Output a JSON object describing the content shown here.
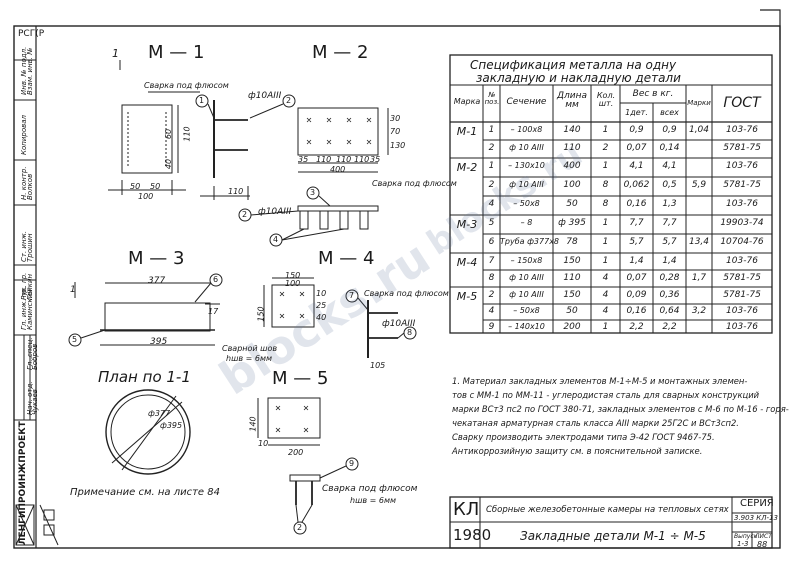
{
  "sheet_corner_mark": "РСГ(Р",
  "left_strip": {
    "org": "ЛЕНГИПРОИНЖПРОЕКТ",
    "labels": [
      "Нач. отд.",
      "Гл. спец.",
      "Гл. инж. пр.",
      "Рук. гр.",
      "Ст. инж.",
      "Н. контр."
    ],
    "names": [
      "Чукаев",
      "Бобров",
      "Каминский",
      "Гейкин",
      "Трошин",
      "Волков"
    ],
    "copied": "Копировал",
    "inv": "Инв. № подл.",
    "replaced": "Взам. инв. №"
  },
  "views": {
    "m1": "М — 1",
    "m2": "М — 2",
    "m3": "М — 3",
    "m4": "М — 4",
    "m5": "М — 5",
    "plan": "План по 1-1",
    "section_mark": "1",
    "section_mark_small": "1"
  },
  "annotations": {
    "weld_flux_top": "Сварка под флюсом",
    "rod_10_a3": "ф10АIII",
    "weld_flux_m2": "Сварка под флюсом",
    "rod_m2": "ф10АIII",
    "weld_flux_m4": "Сварка под флюсом",
    "rod_m4": "ф10АIII",
    "ring_weld": "Сварной шов",
    "ring_weld_size": "hшв = 6мм",
    "weld_flux_m5": "Сварка под флюсом",
    "weld_m5_size": "hшв = 6мм",
    "note": "Примечание см. на листе 84"
  },
  "dimensions": {
    "m1": [
      "60",
      "110",
      "40",
      "50",
      "50",
      "100",
      "110"
    ],
    "m2": [
      "35",
      "110",
      "110",
      "110",
      "35",
      "400",
      "30",
      "70",
      "130"
    ],
    "m3": [
      "377",
      "395",
      "17"
    ],
    "m4": [
      "150",
      "100",
      "10",
      "25",
      "40",
      "105",
      "150"
    ],
    "m5": [
      "140",
      "10",
      "200"
    ],
    "plan": [
      "ф377",
      "ф395"
    ]
  },
  "callouts": [
    "1",
    "2",
    "3",
    "4",
    "5",
    "6",
    "7",
    "8",
    "9",
    "2",
    "2",
    "4",
    "1",
    "4",
    "2"
  ],
  "table": {
    "title_line1": "Спецификация металла на одну",
    "title_line2": "закладную и накладную детали",
    "headers": {
      "mark": "Марка",
      "pos": "№ поз.",
      "section": "Сечение",
      "length": "Длина мм",
      "qty": "Кол. шт.",
      "weight": "Вес в кг.",
      "w1": "1дет.",
      "wall": "всех",
      "wmark": "Марки",
      "gost": "ГОСТ"
    },
    "rows": [
      {
        "mark": "М-1",
        "pos": "1",
        "section": "– 100х8",
        "len": "140",
        "qty": "1",
        "w1": "0,9",
        "wall": "0,9",
        "wmark": "1,04",
        "gost": "103-76"
      },
      {
        "mark": "",
        "pos": "2",
        "section": "ф 10 АIII",
        "len": "110",
        "qty": "2",
        "w1": "0,07",
        "wall": "0,14",
        "wmark": "",
        "gost": "5781-75"
      },
      {
        "mark": "М-2",
        "pos": "1",
        "section": "– 130х10",
        "len": "400",
        "qty": "1",
        "w1": "4,1",
        "wall": "4,1",
        "wmark": "",
        "gost": "103-76"
      },
      {
        "mark": "",
        "pos": "2",
        "section": "ф 10 АIII",
        "len": "100",
        "qty": "8",
        "w1": "0,062",
        "wall": "0,5",
        "wmark": "5,9",
        "gost": "5781-75"
      },
      {
        "mark": "",
        "pos": "4",
        "section": "– 50х8",
        "len": "50",
        "qty": "8",
        "w1": "0,16",
        "wall": "1,3",
        "wmark": "",
        "gost": "103-76"
      },
      {
        "mark": "М-3",
        "pos": "5",
        "section": "– 8",
        "len": "ф 395",
        "qty": "1",
        "w1": "7,7",
        "wall": "7,7",
        "wmark": "",
        "gost": "19903-74"
      },
      {
        "mark": "",
        "pos": "6",
        "section": "Труба ф377х8",
        "len": "78",
        "qty": "1",
        "w1": "5,7",
        "wall": "5,7",
        "wmark": "13,4",
        "gost": "10704-76"
      },
      {
        "mark": "М-4",
        "pos": "7",
        "section": "– 150х8",
        "len": "150",
        "qty": "1",
        "w1": "1,4",
        "wall": "1,4",
        "wmark": "",
        "gost": "103-76"
      },
      {
        "mark": "",
        "pos": "8",
        "section": "ф 10 АIII",
        "len": "110",
        "qty": "4",
        "w1": "0,07",
        "wall": "0,28",
        "wmark": "1,7",
        "gost": "5781-75"
      },
      {
        "mark": "М-5",
        "pos": "2",
        "section": "ф 10 АIII",
        "len": "150",
        "qty": "4",
        "w1": "0,09",
        "wall": "0,36",
        "wmark": "",
        "gost": "5781-75"
      },
      {
        "mark": "",
        "pos": "4",
        "section": "– 50х8",
        "len": "50",
        "qty": "4",
        "w1": "0,16",
        "wall": "0,64",
        "wmark": "3,2",
        "gost": "103-76"
      },
      {
        "mark": "",
        "pos": "9",
        "section": "– 140х10",
        "len": "200",
        "qty": "1",
        "w1": "2,2",
        "wall": "2,2",
        "wmark": "",
        "gost": "103-76"
      }
    ]
  },
  "notes": [
    "1. Материал закладных элементов М-1÷М-5 и монтажных элемен-",
    "тов с ММ-1 по ММ-11 - углеродистая сталь для сварных конструкций",
    "марки ВСт3 пс2 по ГОСТ 380-71, закладных элементов с М-6 по М-16 - горя-",
    "чекатаная арматурная сталь класса АIII марки 25Г2С и ВСт3сп2.",
    "  Сварку производить электродами типа Э-42 ГОСТ 9467-75.",
    "  Антикоррозийную защиту см. в пояснительной записке."
  ],
  "title_block": {
    "code": "КЛ",
    "year": "1980",
    "desc": "Сборные железобетонные камеры на тепловых сетях",
    "name": "Закладные детали М-1 ÷ М-5",
    "series_label": "СЕРИЯ",
    "series": "3.903 КЛ-13",
    "issue_label": "Выпуск",
    "issue": "1-3",
    "sheet_label": "ЛИСТ",
    "sheet": "88"
  },
  "watermark": "blocks.ru"
}
